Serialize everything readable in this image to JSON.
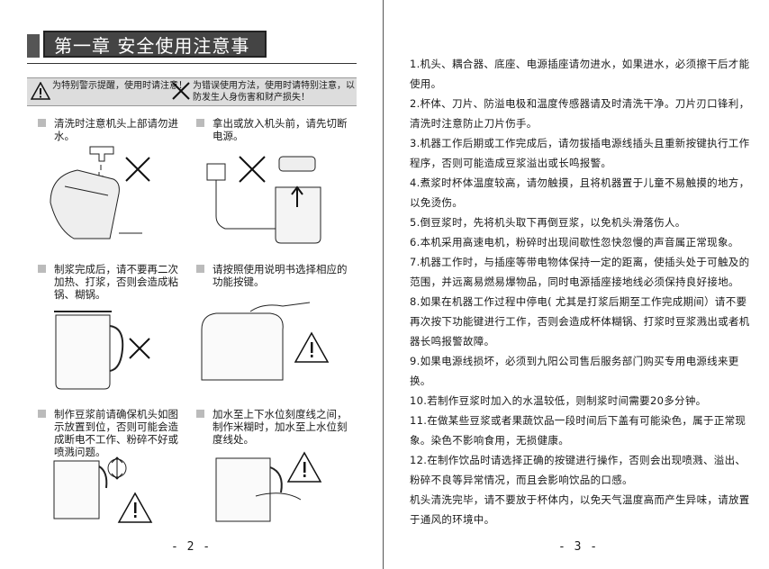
{
  "left_page": {
    "chapter_title": "第一章 安全使用注意事项",
    "warnings": {
      "caution": "为特别警示提醒，使用时请注意！",
      "prohibited": "为错误使用方法，使用时请特别注意，以防发生人身伤害和财产损失！"
    },
    "notes": [
      "清洗时注意机头上部请勿进水。",
      "拿出或放入机头前，请先切断电源。",
      "制浆完成后，请不要再二次加热、打浆，否则会造成粘锅、糊锅。",
      "请按照使用说明书选择相应的功能按键。",
      "制作豆浆前请确保机头如图示放置到位，否则可能会造成断电不工作、粉碎不好或喷溅问题。",
      "加水至上下水位刻度线之间，制作米糊时，加水至上水位刻度线处。"
    ],
    "page_number": "- 2 -"
  },
  "right_page": {
    "items": [
      "1.机头、耦合器、底座、电源插座请勿进水，如果进水，必须擦干后才能使用。",
      "2.杯体、刀片、防溢电极和温度传感器请及时清洗干净。刀片刃口锋利，清洗时注意防止刀片伤手。",
      "3.机器工作后期或工作完成后，请勿拔插电源线插头且重新按键执行工作程序，否则可能造成豆浆溢出或长鸣报警。",
      "4.煮浆时杯体温度较高，请勿触摸，且将机器置于儿童不易触摸的地方，以免烫伤。",
      "5.倒豆浆时，先将机头取下再倒豆浆，以免机头滑落伤人。",
      "6.本机采用高速电机，粉碎时出现间歇性忽快忽慢的声音属正常现象。",
      "7.机器工作时，与插座等带电物体保持一定的距离，使插头处于可触及的范围，并远离易燃易爆物品，同时电源插座接地线必须保持良好接地。",
      "8.如果在机器工作过程中停电( 尤其是打浆后期至工作完成期间）请不要再次按下功能键进行工作，否则会造成杯体糊锅、打浆时豆浆溅出或者机器长鸣报警故障。",
      "9.如果电源线损坏，必须到九阳公司售后服务部门购买专用电源线来更换。",
      "10.若制作豆浆时加入的水温较低，则制浆时间需要20多分钟。",
      "11.在做某些豆浆或者果蔬饮品一段时间后下盖有可能染色，属于正常现象。染色不影响食用，无损健康。",
      "12.在制作饮品时请选择正确的按键进行操作，否则会出现喷溅、溢出、粉碎不良等异常情况，而且会影响饮品的口感。"
    ],
    "closing": "机头清洗完毕，请不要放于杯体内，以免天气温度高而产生异味，请放置于通风的环境中。",
    "page_number": "- 3 -"
  },
  "colors": {
    "title_bg": "#444444",
    "strip_bg": "#dddddd",
    "marker": "#bbbbbb"
  }
}
